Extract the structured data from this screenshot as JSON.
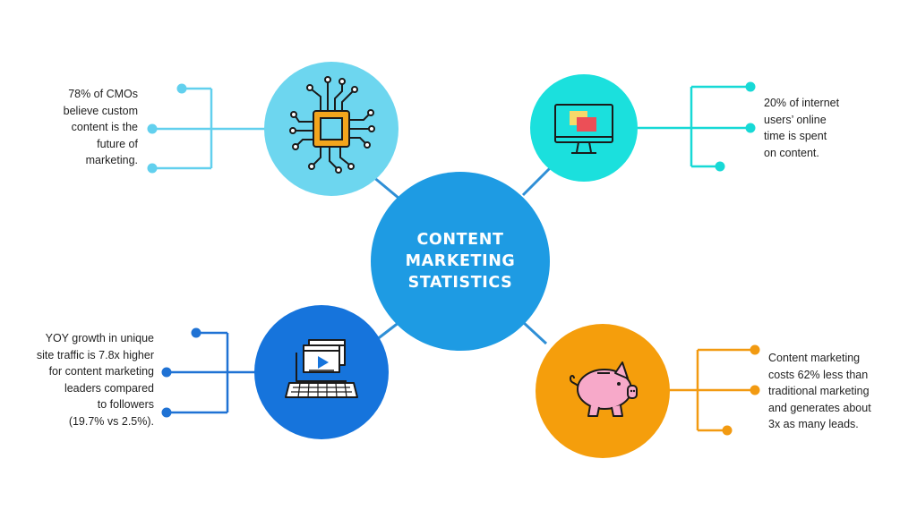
{
  "title": {
    "lines": [
      "CONTENT",
      "MARKETING",
      "STATISTICS"
    ]
  },
  "colors": {
    "center": "#1e9be3",
    "top_left": "#6dd6ef",
    "top_right": "#1be0dd",
    "bottom_left": "#1674dc",
    "bottom_right": "#f59e0c",
    "connector_tl": "#62d0ee",
    "connector_tr": "#17d9d6",
    "connector_bl": "#1f72d4",
    "connector_br": "#f29a11",
    "spoke": "#2f8fd6"
  },
  "nodes": [
    {
      "id": "top_left",
      "icon": "circuit-chip-icon",
      "text_lines": [
        "78% of CMOs",
        "believe custom",
        "content is the",
        "future of",
        "marketing."
      ]
    },
    {
      "id": "top_right",
      "icon": "monitor-icon",
      "text_lines": [
        "20% of internet",
        "users’ online",
        "time is spent",
        "on content."
      ]
    },
    {
      "id": "bottom_left",
      "icon": "laptop-video-icon",
      "text_lines": [
        "YOY growth in unique",
        "site traffic is 7.8x higher",
        "for content marketing",
        "leaders compared",
        "to followers",
        "(19.7% vs 2.5%)."
      ]
    },
    {
      "id": "bottom_right",
      "icon": "piggy-bank-icon",
      "text_lines": [
        "Content marketing",
        "costs 62% less than",
        "traditional marketing",
        "and generates about",
        "3x as many leads."
      ]
    }
  ]
}
